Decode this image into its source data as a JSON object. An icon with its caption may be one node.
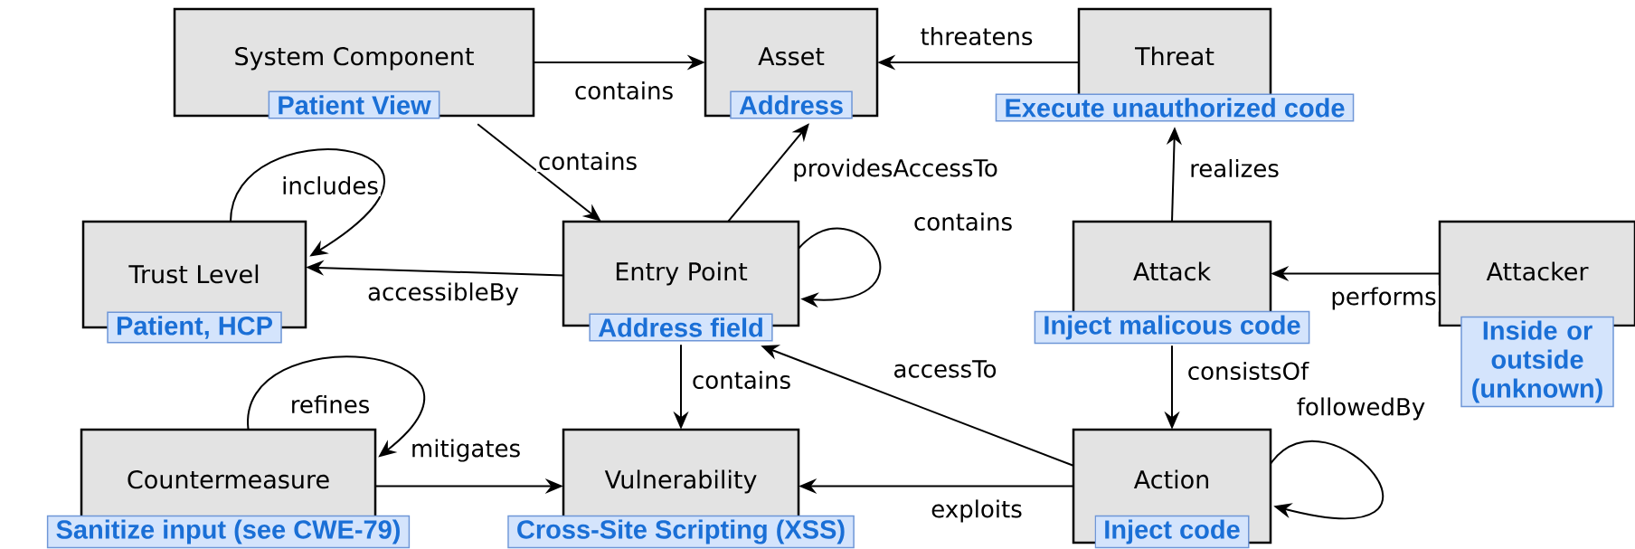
{
  "diagram": {
    "nodes": [
      {
        "text": [
          "System Component",
          "Patient View"
        ]
      },
      {
        "text": [
          "Asset",
          "Address"
        ]
      },
      {
        "text": [
          "Threat",
          "Execute unauthorized code"
        ]
      },
      {
        "text": [
          "Trust Level",
          "Patient, HCP"
        ]
      },
      {
        "text": [
          "Entry Point",
          "Address field"
        ]
      },
      {
        "text": [
          "Attack",
          "Inject malicous code"
        ]
      },
      {
        "text": [
          "Attacker",
          "Inside or outside (unknown)"
        ]
      },
      {
        "text": [
          "Countermeasure",
          "Sanitize input (see CWE-79)"
        ]
      },
      {
        "text": [
          "Vulnerability",
          "Cross-Site Scripting (XSS)"
        ]
      },
      {
        "text": [
          "Action",
          "Inject code"
        ]
      }
    ],
    "edges": [
      {
        "from": 0,
        "to": 1,
        "arrow": "to",
        "label": "contains"
      },
      {
        "from": 2,
        "to": 1,
        "arrow": "to",
        "label": "threatens"
      },
      {
        "from": 0,
        "to": 4,
        "arrow": "to",
        "label": "contains"
      },
      {
        "from": 4,
        "to": 1,
        "arrow": "to",
        "label": "providesAccessTo"
      },
      {
        "from": 3,
        "to": 3,
        "arrow": "to",
        "label": "includes"
      },
      {
        "from": 4,
        "to": 3,
        "arrow": "to",
        "label": "accessibleBy"
      },
      {
        "from": 4,
        "to": 4,
        "arrow": "to",
        "label": "contains"
      },
      {
        "from": 5,
        "to": 2,
        "arrow": "to",
        "label": "realizes"
      },
      {
        "from": 6,
        "to": 5,
        "arrow": "to",
        "label": "performs"
      },
      {
        "from": 5,
        "to": 9,
        "arrow": "to",
        "label": "consistsOf"
      },
      {
        "from": 9,
        "to": 9,
        "arrow": "to",
        "label": "followedBy"
      },
      {
        "from": 4,
        "to": 8,
        "arrow": "to",
        "label": "contains"
      },
      {
        "from": 9,
        "to": 4,
        "arrow": "to",
        "label": "accessTo"
      },
      {
        "from": 9,
        "to": 8,
        "arrow": "to",
        "label": "exploits"
      },
      {
        "from": 7,
        "to": 8,
        "arrow": "to",
        "label": "mitigates"
      },
      {
        "from": 7,
        "to": 7,
        "arrow": "to",
        "label": "refines"
      }
    ]
  }
}
